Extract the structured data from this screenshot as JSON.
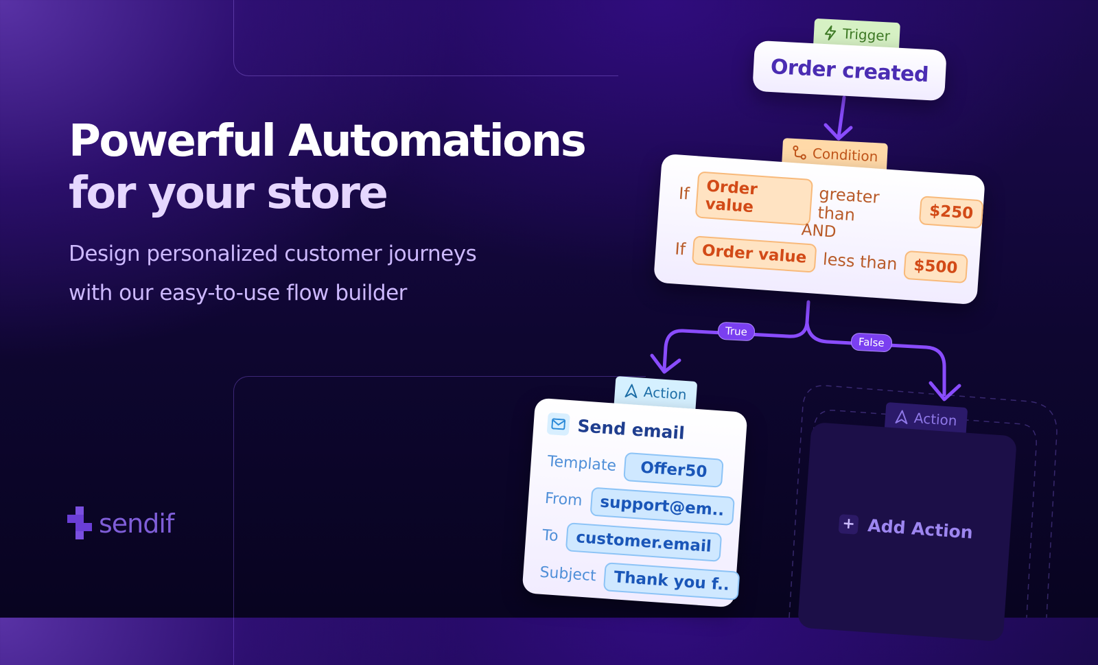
{
  "hero": {
    "headline_line1": "Powerful Automations",
    "headline_line2": "for your store",
    "subtitle_line1": "Design personalized customer journeys",
    "subtitle_line2": "with our easy-to-use flow builder"
  },
  "brand": {
    "name": "sendif"
  },
  "flow": {
    "trigger": {
      "tag": "Trigger",
      "title": "Order created",
      "icon": "lightning-icon",
      "color": "#d6f1c4"
    },
    "condition": {
      "tag": "Condition",
      "icon": "branch-icon",
      "row1": {
        "prefix": "If",
        "field": "Order value",
        "operator": "greater than",
        "value": "$250"
      },
      "joiner": "AND",
      "row2": {
        "prefix": "If",
        "field": "Order value",
        "operator": "less than",
        "value": "$500"
      },
      "color": "#ffd9a8"
    },
    "branches": {
      "true_label": "True",
      "false_label": "False"
    },
    "action_true": {
      "tag": "Action",
      "icon": "navigation-arrow-icon",
      "title": "Send email",
      "title_icon": "mail-icon",
      "fields": [
        {
          "label": "Template",
          "value": "Offer50"
        },
        {
          "label": "From",
          "value": "support@em.."
        },
        {
          "label": "To",
          "value": "customer.email"
        },
        {
          "label": "Subject",
          "value": "Thank you f.."
        }
      ]
    },
    "action_false": {
      "tag": "Action",
      "icon": "navigation-arrow-icon",
      "add_label": "Add Action"
    }
  },
  "colors": {
    "accent": "#7a3ff0",
    "connector": "#8a4cff"
  }
}
